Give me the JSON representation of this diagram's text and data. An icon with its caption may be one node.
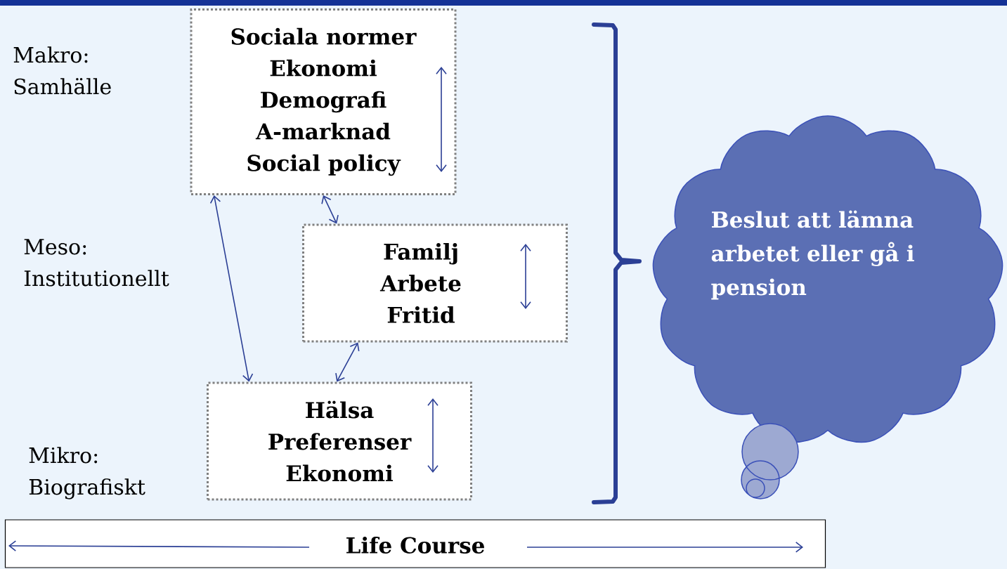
{
  "diagram": {
    "nodes": [
      {
        "text": [
          "Sociala normer",
          "Ekonomi",
          "Demografi",
          "A-marknad",
          "Social policy"
        ]
      },
      {
        "text": [
          "Familj",
          "Arbete",
          "Fritid"
        ]
      },
      {
        "text": [
          "Hälsa",
          "Preferenser",
          "Ekonomi"
        ]
      },
      {
        "text": [
          "Beslut att lämna arbetet eller gå i pension"
        ]
      },
      {
        "text": [
          "Life Course"
        ]
      }
    ],
    "edges": [
      {
        "from": 0,
        "to": 2,
        "arrow": "both"
      },
      {
        "from": 0,
        "to": 1,
        "arrow": "both"
      },
      {
        "from": 1,
        "to": 2,
        "arrow": "both"
      }
    ],
    "labels": [
      "Makro: Samhälle",
      "Meso: Institutionellt",
      "Mikro: Biografiskt"
    ]
  }
}
